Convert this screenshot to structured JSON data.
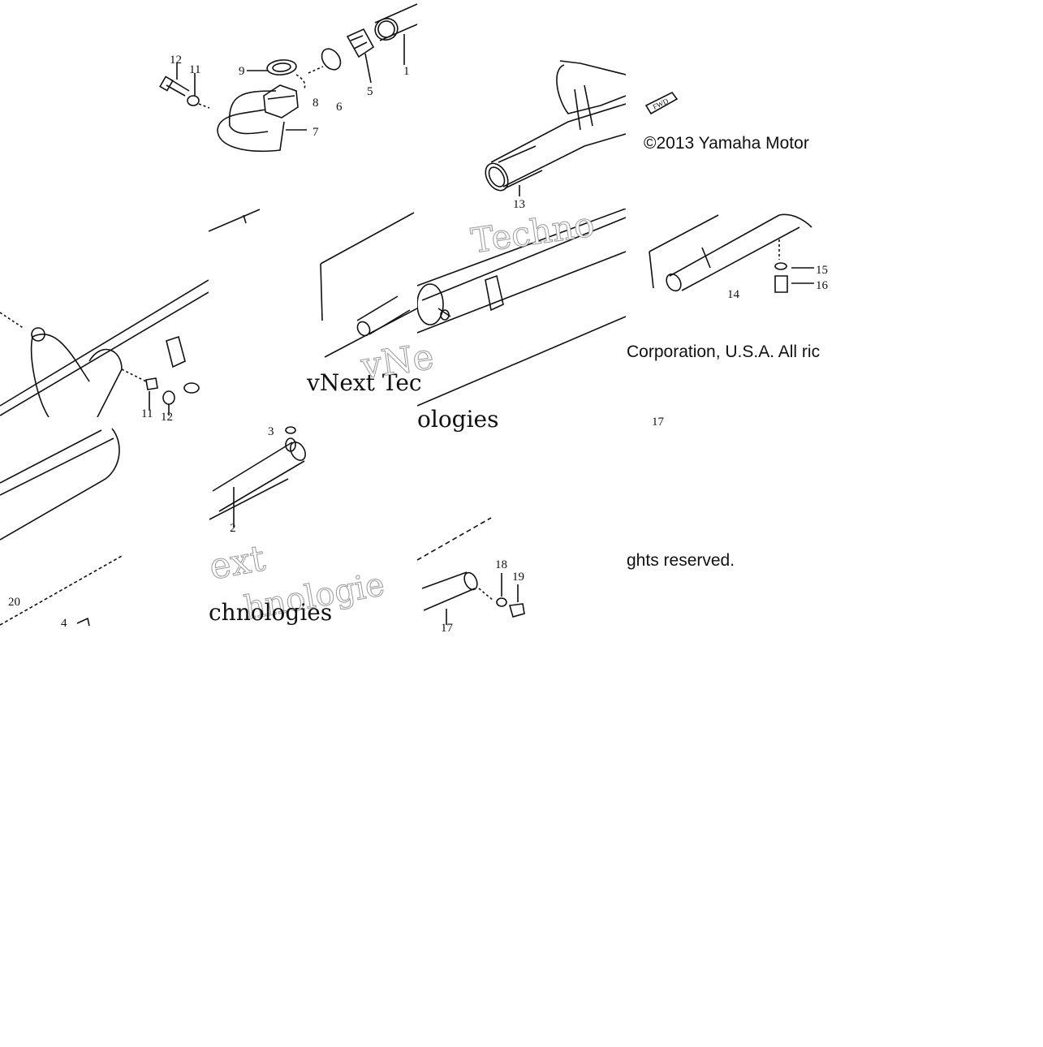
{
  "copyright": {
    "line1": "©2013 Yamaha Motor",
    "line2": "Corporation, U.S.A. All ric",
    "line3": "ghts reserved."
  },
  "watermarks": {
    "w1": "Techno",
    "w2": "vNext Tec",
    "w3": "vNe",
    "w4": "ologies",
    "w5": "ext",
    "w6": "hnologie",
    "w7": "chnologies"
  },
  "fwd_label": "FWD",
  "callouts": {
    "c1": "1",
    "c2": "2",
    "c3": "3",
    "c4": "4",
    "c5": "5",
    "c6": "6",
    "c7": "7",
    "c8": "8",
    "c9": "9",
    "c11a": "11",
    "c11b": "11",
    "c12": "12",
    "c12b": "12",
    "c13": "13",
    "c14": "14",
    "c15": "15",
    "c16": "16",
    "c17a": "17",
    "c17b": "17",
    "c18": "18",
    "c19": "19",
    "c20": "20"
  }
}
